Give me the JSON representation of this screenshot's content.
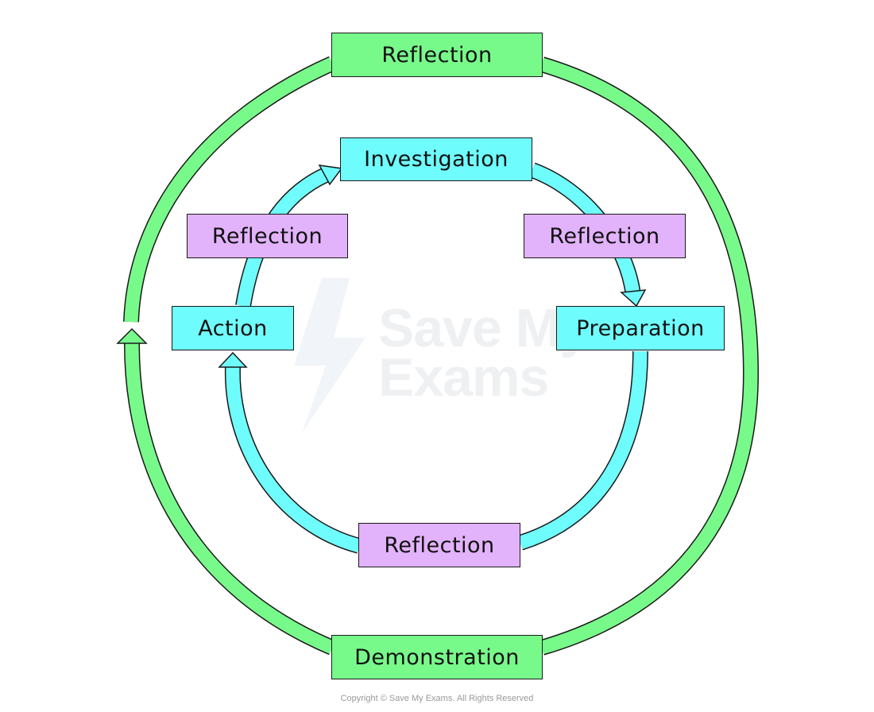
{
  "nodes": {
    "outer_top": "Reflection",
    "outer_bottom": "Demonstration",
    "investigation": "Investigation",
    "preparation": "Preparation",
    "action": "Action",
    "reflection_top_left": "Reflection",
    "reflection_top_right": "Reflection",
    "reflection_bottom": "Reflection"
  },
  "watermark": {
    "line1": "Save My",
    "line2": "Exams"
  },
  "copyright": "Copyright © Save My Exams. All Rights Reserved",
  "colors": {
    "outer_cycle": "#78fa8a",
    "inner_cycle": "#6ffcfd",
    "reflection_boxes": "#e2b2fb",
    "outline": "#1a1a1a"
  }
}
